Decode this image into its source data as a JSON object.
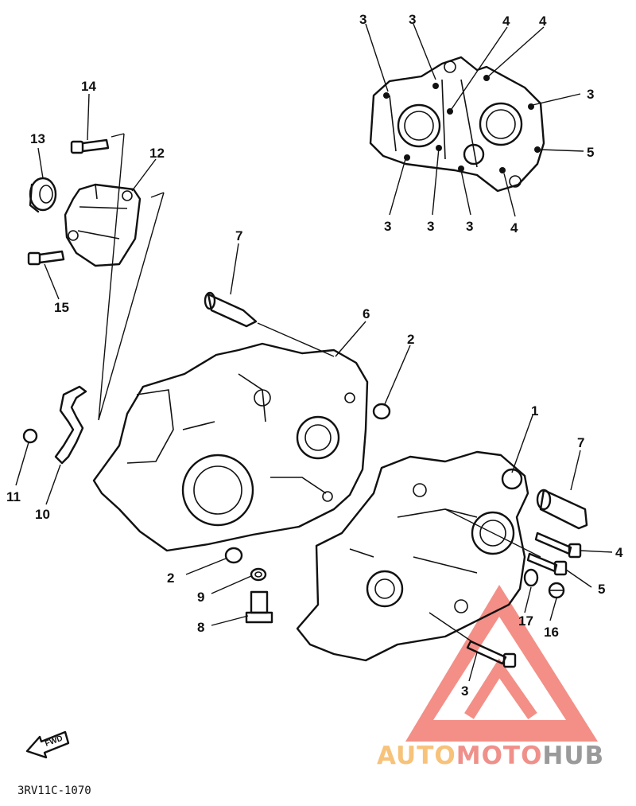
{
  "callouts": [
    {
      "id": "c-top-3a",
      "text": "3"
    },
    {
      "id": "c-top-3b",
      "text": "3"
    },
    {
      "id": "c-top-4a",
      "text": "4"
    },
    {
      "id": "c-top-4b",
      "text": "4"
    },
    {
      "id": "c-top-3c",
      "text": "3"
    },
    {
      "id": "c-top-5",
      "text": "5"
    },
    {
      "id": "c-top-3d",
      "text": "3"
    },
    {
      "id": "c-top-3e",
      "text": "3"
    },
    {
      "id": "c-top-3f",
      "text": "3"
    },
    {
      "id": "c-top-4c",
      "text": "4"
    },
    {
      "id": "c-14",
      "text": "14"
    },
    {
      "id": "c-13",
      "text": "13"
    },
    {
      "id": "c-12",
      "text": "12"
    },
    {
      "id": "c-15",
      "text": "15"
    },
    {
      "id": "c-7a",
      "text": "7"
    },
    {
      "id": "c-6",
      "text": "6"
    },
    {
      "id": "c-2a",
      "text": "2"
    },
    {
      "id": "c-1",
      "text": "1"
    },
    {
      "id": "c-7b",
      "text": "7"
    },
    {
      "id": "c-4",
      "text": "4"
    },
    {
      "id": "c-5",
      "text": "5"
    },
    {
      "id": "c-17",
      "text": "17"
    },
    {
      "id": "c-16",
      "text": "16"
    },
    {
      "id": "c-11",
      "text": "11"
    },
    {
      "id": "c-10",
      "text": "10"
    },
    {
      "id": "c-2b",
      "text": "2"
    },
    {
      "id": "c-9",
      "text": "9"
    },
    {
      "id": "c-8",
      "text": "8"
    },
    {
      "id": "c-3",
      "text": "3"
    }
  ],
  "fwd_label": "FWD",
  "diagram_code": "3RV11C-1070",
  "watermark": {
    "part1": "AUTO",
    "part2": "MOTO",
    "part3": "HUB",
    "color1": "#f7c27a",
    "color2": "#f0908a",
    "color3": "#9a9a9a",
    "triangle_color": "#f06a60"
  }
}
